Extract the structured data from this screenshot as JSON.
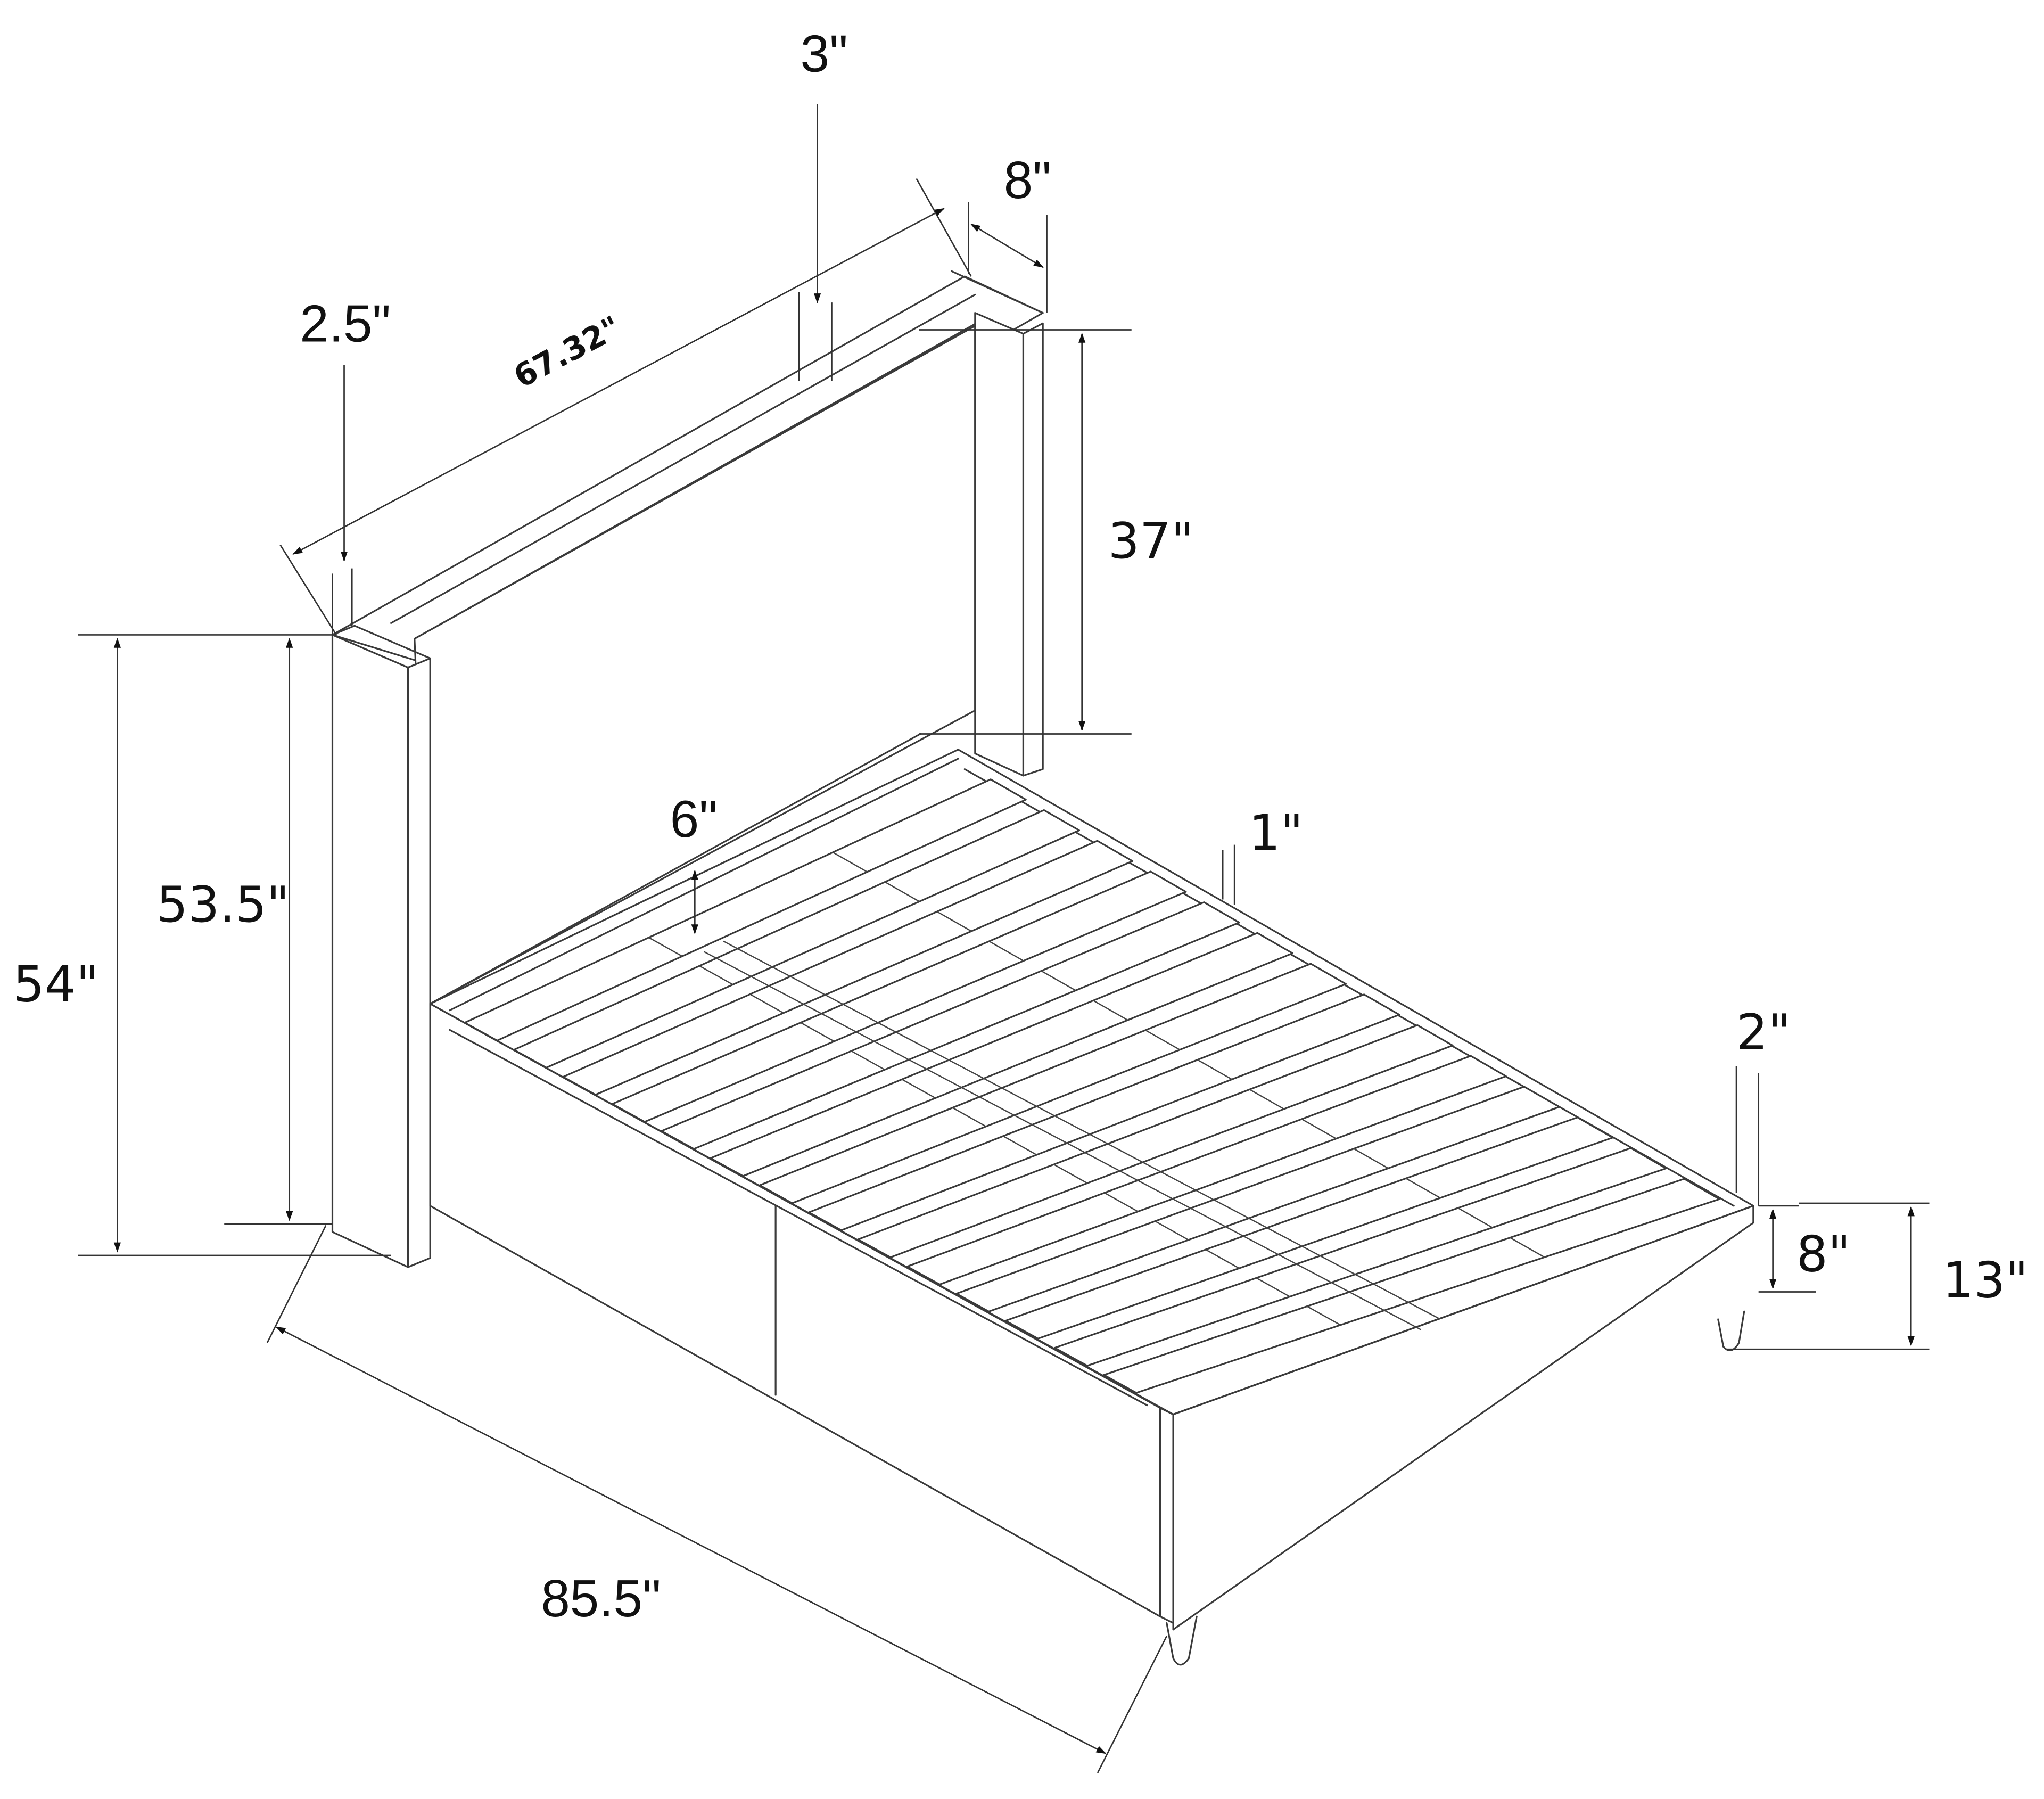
{
  "diagram": {
    "subject": "Upholstered platform bed with winged headboard and slatted base",
    "line_color": "#3a3a3a",
    "background": "#ffffff",
    "dimensions": {
      "headboard_width": "67.32\"",
      "headboard_top_rail": "3\"",
      "headboard_depth": "8\"",
      "headboard_wing_thickness": "2.5\"",
      "headboard_panel_height": "37\"",
      "overall_height": "54\"",
      "headboard_wing_height": "53.5\"",
      "slat_clearance": "6\"",
      "side_rail_thickness": "1\"",
      "footboard_thickness": "2\"",
      "frame_height": "8\"",
      "floor_to_top_of_frame": "13\"",
      "overall_length": "85.5\""
    }
  }
}
